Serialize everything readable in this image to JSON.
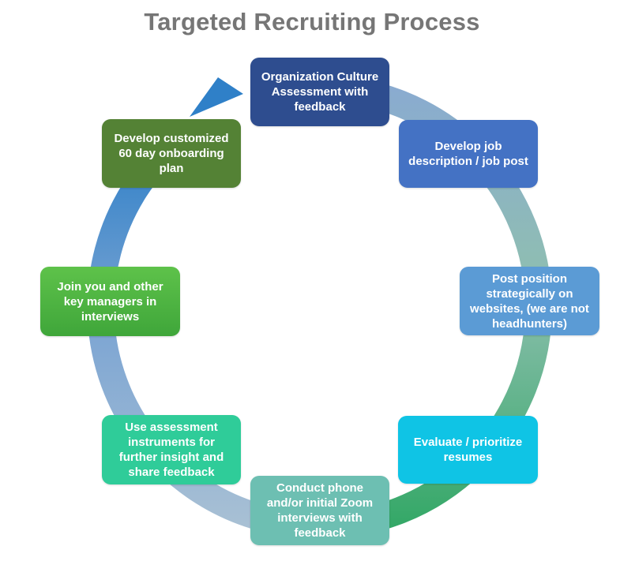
{
  "title": "Targeted Recruiting Process",
  "steps": [
    {
      "label": "Organization Culture Assessment with feedback",
      "color": "#2e4d8f"
    },
    {
      "label": "Develop job description / job post",
      "color": "#4472c4"
    },
    {
      "label": "Post position strategically on websites, (we are not headhunters)",
      "color": "#5b9bd5"
    },
    {
      "label": "Evaluate / prioritize resumes",
      "color": "#0fc4e5"
    },
    {
      "label": "Conduct phone and/or initial Zoom interviews with feedback",
      "color": "#6dbfb2"
    },
    {
      "label": "Use assessment instruments for further insight and share feedback",
      "color": "#2fcc99"
    },
    {
      "label": "Join you and other key managers in interviews",
      "color": "#3fa63a"
    },
    {
      "label": "Develop customized 60 day onboarding plan",
      "color": "#548235"
    }
  ]
}
